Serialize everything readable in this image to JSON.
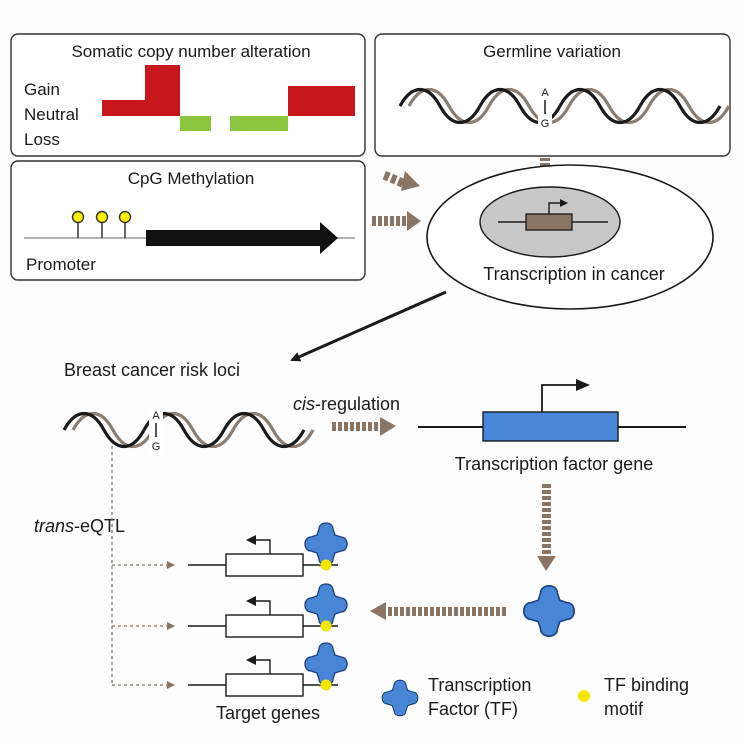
{
  "colors": {
    "gain": "#c8161d",
    "loss": "#8cc63f",
    "tf_blue": "#4a86d8",
    "motif_yellow": "#f5e600",
    "lollipop_yellow": "#fff200",
    "dna_dark": "#1a1a1a",
    "dna_brown": "#8a7d72",
    "arrow_brown": "#8a7464",
    "nucleus_gray": "#c8c8c8"
  },
  "panels": {
    "scna": {
      "title": "Somatic copy number alteration",
      "gain": "Gain",
      "neutral": "Neutral",
      "loss": "Loss"
    },
    "germline": {
      "title": "Germline variation",
      "allele_top": "A",
      "allele_bottom": "G"
    },
    "methylation": {
      "title": "CpG Methylation",
      "promoter": "Promoter"
    },
    "cell": {
      "label": "Transcription in cancer"
    }
  },
  "lower": {
    "risk_loci": "Breast cancer risk loci",
    "allele_top": "A",
    "allele_bottom": "G",
    "cis_italic": "cis",
    "cis_rest": "-regulation",
    "tf_gene": "Transcription factor gene",
    "trans_italic": "trans",
    "trans_rest": "-eQTL",
    "target_genes": "Target genes"
  },
  "legend": {
    "tf_line1": "Transcription",
    "tf_line2": "Factor (TF)",
    "motif_line1": "TF binding",
    "motif_line2": "motif"
  }
}
